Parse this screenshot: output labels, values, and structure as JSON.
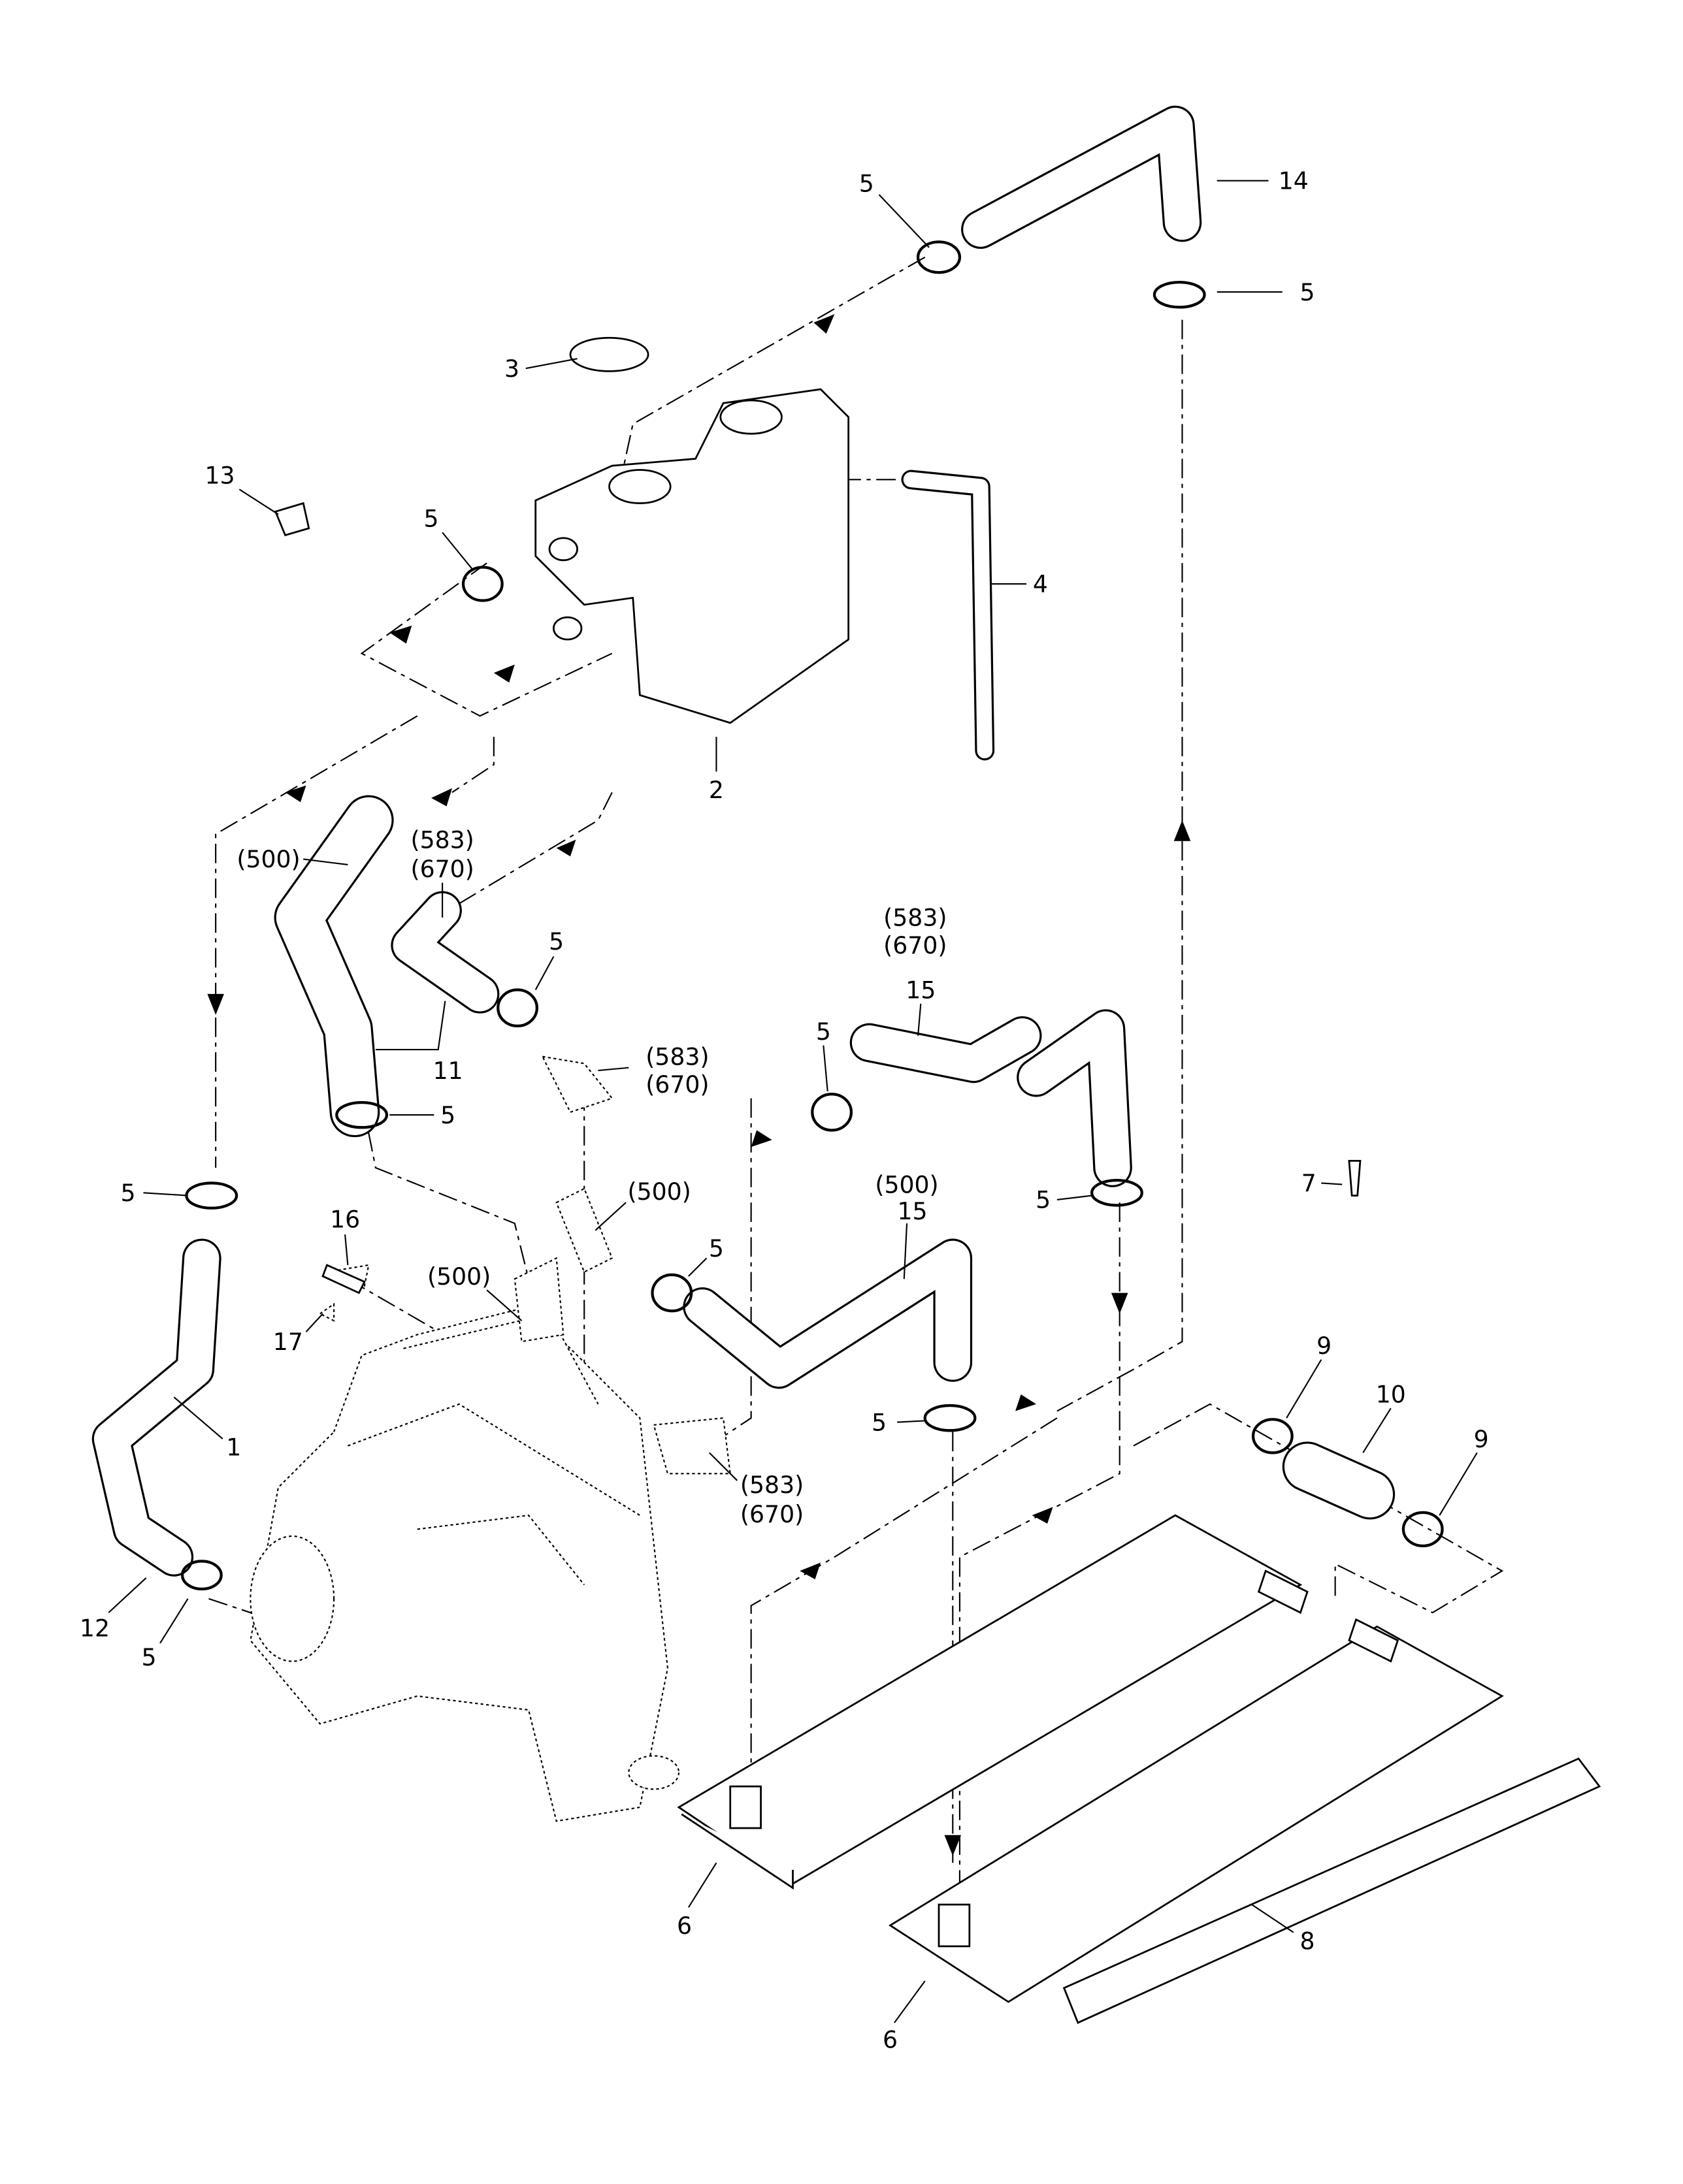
{
  "callouts": [
    "5",
    "14",
    "5",
    "3",
    "13",
    "5",
    "4",
    "2",
    "(500)",
    "(583)",
    "(670)",
    "5",
    "11",
    "(583)",
    "(670)",
    "(583)",
    "(670)",
    "15",
    "5",
    "5",
    "5",
    "(500)",
    "16",
    "(500)",
    "5",
    "(500)",
    "15",
    "5",
    "7",
    "1",
    "17",
    "9",
    "10",
    "9",
    "5",
    "(583)",
    "(670)",
    "12",
    "5",
    "6",
    "8",
    "6"
  ]
}
